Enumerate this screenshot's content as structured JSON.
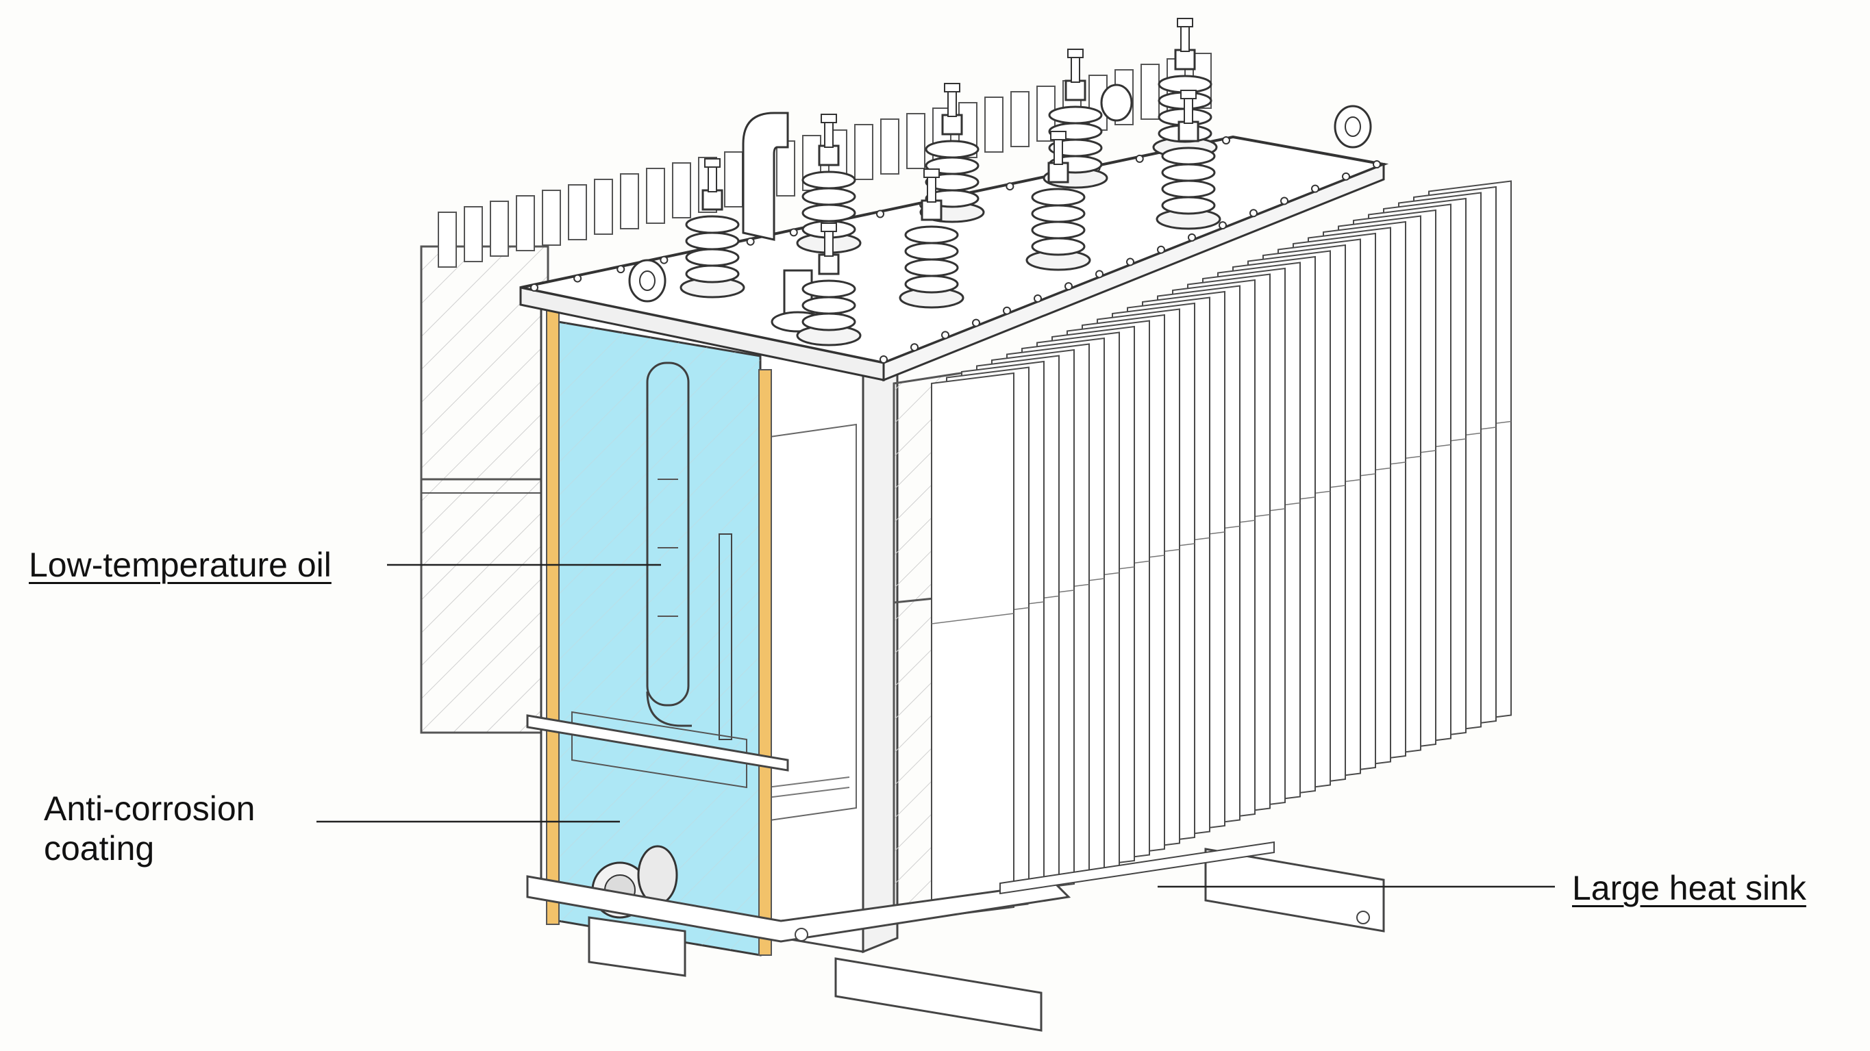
{
  "labels": {
    "oil": "Low-temperature oil",
    "coating_line1": "Anti-corrosion",
    "coating_line2": "coating",
    "heat_sink": "Large heat sink"
  },
  "colors": {
    "oil_fill": "#9fe3f3",
    "coating_strip": "#f2c26a",
    "line": "#4a4a4a"
  }
}
